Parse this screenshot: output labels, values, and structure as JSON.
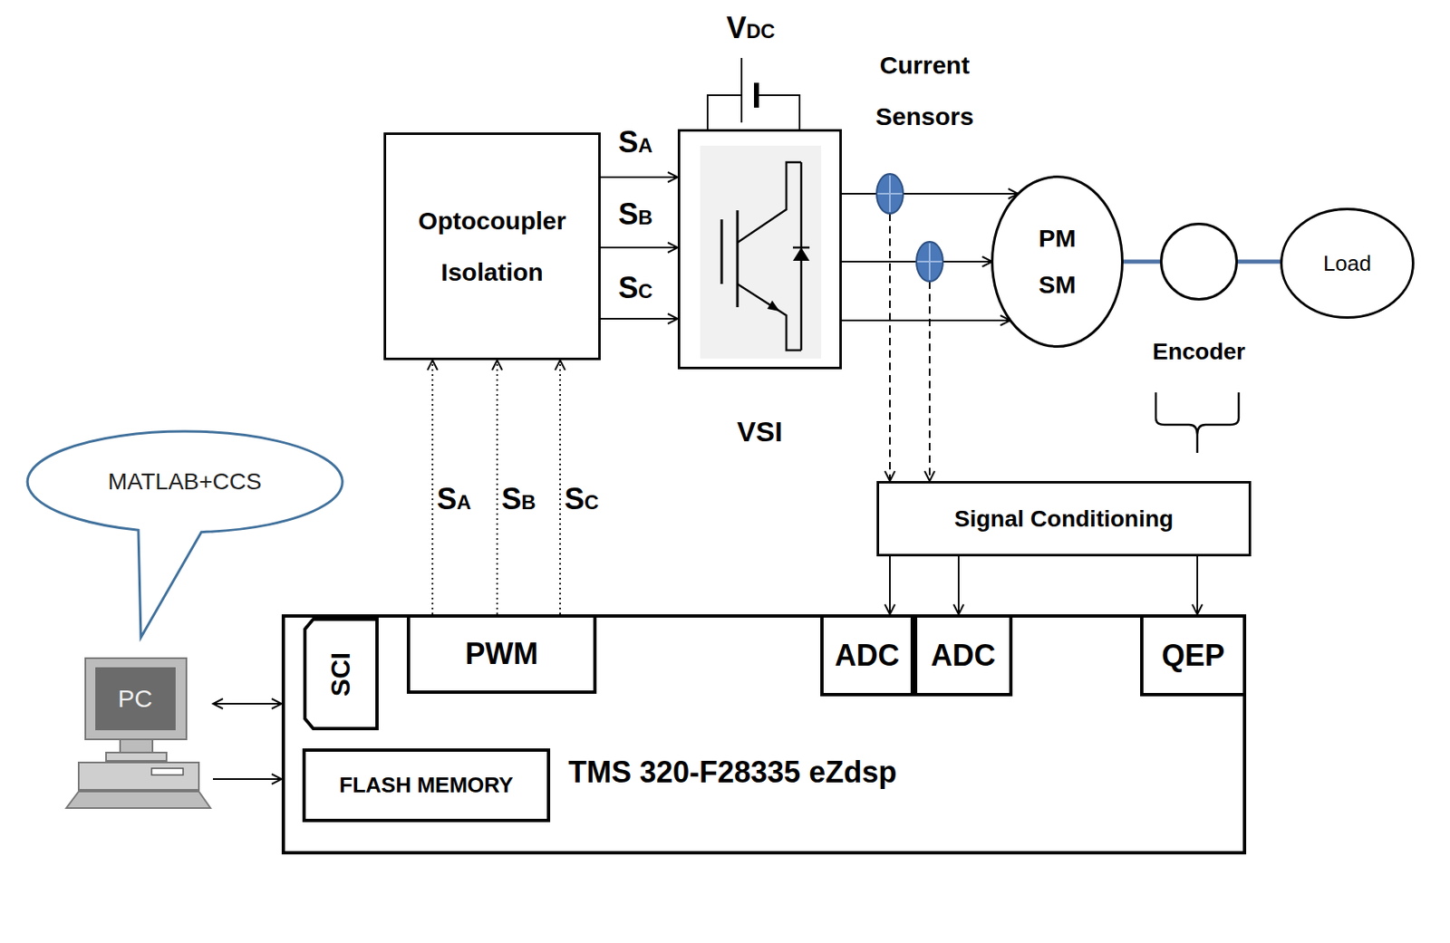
{
  "diagram": {
    "nodes": [
      {
        "text": [
          "Optocoupler Isolation"
        ]
      },
      {
        "text": [
          "VSI"
        ]
      },
      {
        "text": [
          "PM SM"
        ]
      },
      {
        "text": [
          "Encoder"
        ]
      },
      {
        "text": [
          "Load"
        ]
      },
      {
        "text": [
          "MATLAB+CCS"
        ]
      },
      {
        "text": [
          "Signal Conditioning"
        ]
      },
      {
        "text": [
          "PC"
        ]
      },
      {
        "text": [
          "TMS 320-F28335 eZdsp"
        ]
      },
      {
        "text": [
          "SCI"
        ],
        "in": 8
      },
      {
        "text": [
          "PWM"
        ],
        "in": 8
      },
      {
        "text": [
          "ADC"
        ],
        "in": 8
      },
      {
        "text": [
          "ADC"
        ],
        "in": 8
      },
      {
        "text": [
          "QEP"
        ],
        "in": 8
      },
      {
        "text": [
          "FLASH MEMORY"
        ],
        "in": 8
      }
    ],
    "edges": [
      {
        "from": 10,
        "to": 0,
        "label": "SA",
        "arrow": "to"
      },
      {
        "from": 10,
        "to": 0,
        "label": "SB",
        "arrow": "to"
      },
      {
        "from": 10,
        "to": 0,
        "label": "SC",
        "arrow": "to"
      },
      {
        "from": 0,
        "to": 1,
        "label": "SA",
        "arrow": "to"
      },
      {
        "from": 0,
        "to": 1,
        "label": "SB",
        "arrow": "to"
      },
      {
        "from": 0,
        "to": 1,
        "label": "SC",
        "arrow": "to"
      },
      {
        "from": 1,
        "to": 2,
        "arrow": "to"
      },
      {
        "from": 1,
        "to": 2,
        "arrow": "to"
      },
      {
        "from": 1,
        "to": 2,
        "arrow": "to"
      },
      {
        "from": 2,
        "to": 3,
        "arrow": "none"
      },
      {
        "from": 3,
        "to": 4,
        "arrow": "none"
      },
      {
        "from": 6,
        "to": 11,
        "arrow": "to"
      },
      {
        "from": 6,
        "to": 12,
        "arrow": "to"
      },
      {
        "from": 6,
        "to": 13,
        "arrow": "to"
      },
      {
        "from": 7,
        "to": 8,
        "arrow": "both"
      },
      {
        "from": 7,
        "to": 8,
        "arrow": "to"
      }
    ],
    "labels": [
      "VDC",
      "Current Sensors"
    ]
  }
}
